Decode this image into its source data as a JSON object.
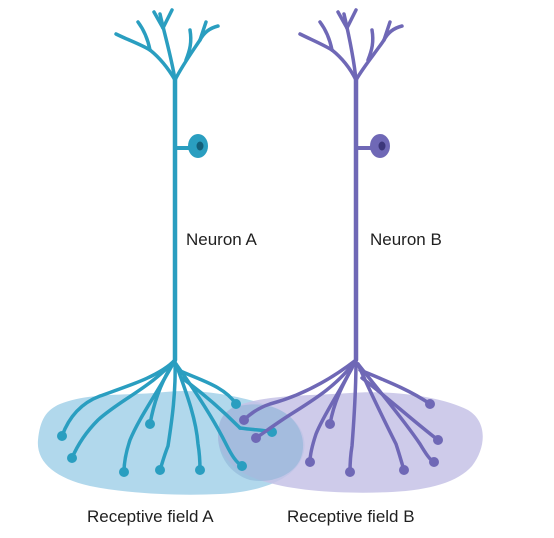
{
  "labels": {
    "neuron_a": "Neuron A",
    "neuron_b": "Neuron B",
    "field_a": "Receptive field A",
    "field_b": "Receptive field B"
  },
  "colors": {
    "neuron_a": "#2a9ec0",
    "neuron_b": "#6f68b6",
    "field_a": "#a9d4ea",
    "field_b": "#c6c2e6",
    "nucleus_a": "#135f79",
    "nucleus_b": "#3c367a",
    "label_text": "#1f1f1f"
  }
}
